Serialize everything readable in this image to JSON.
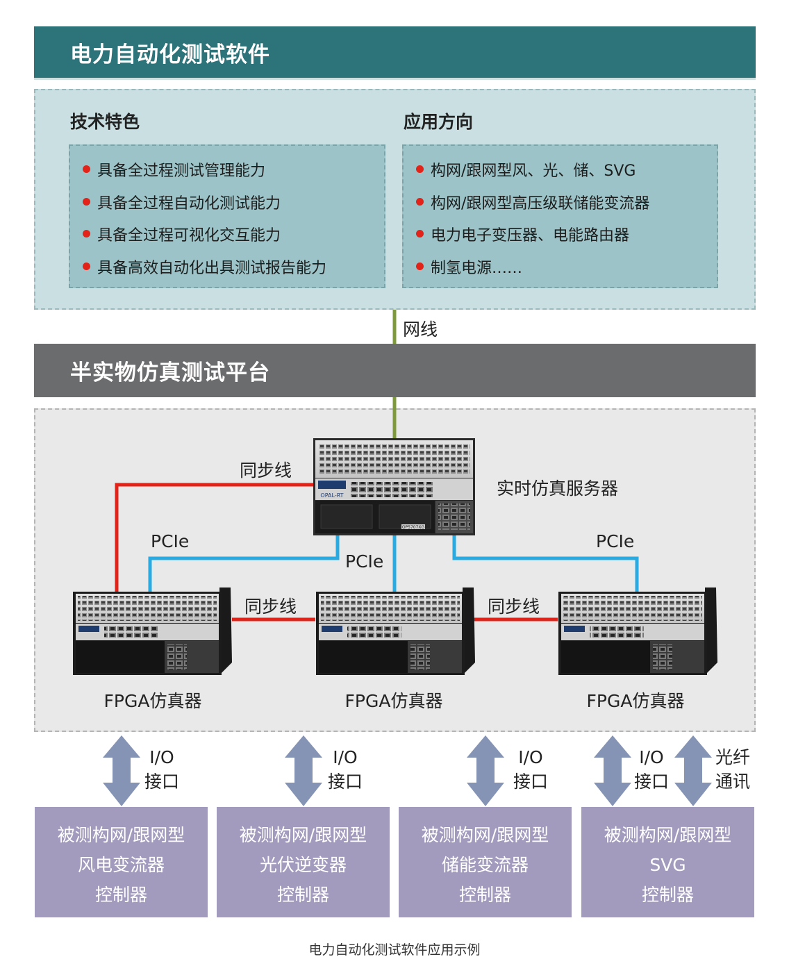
{
  "software_band_title": "电力自动化测试软件",
  "features": {
    "title": "技术特色",
    "items": [
      "具备全过程测试管理能力",
      "具备全过程自动化测试能力",
      "具备全过程可视化交互能力",
      "具备高效自动化出具测试报告能力"
    ]
  },
  "applications": {
    "title": "应用方向",
    "items": [
      "构网/跟网型风、光、储、SVG",
      "构网/跟网型高压级联储能变流器",
      "电力电子变压器、电能路由器",
      "制氢电源……"
    ]
  },
  "network_label": "网线",
  "platform_band_title": "半实物仿真测试平台",
  "server_label": "实时仿真服务器",
  "server_brand": "OPAL-RT",
  "server_model": "OP5707XG",
  "sync_label": "同步线",
  "pcie_label": "PCIe",
  "fpga_label": "FPGA仿真器",
  "io": {
    "line1": "I/O",
    "line2": "接口"
  },
  "fiber": {
    "line1": "光纤",
    "line2": "通讯"
  },
  "controllers": [
    [
      "被测构网/跟网型",
      "风电变流器",
      "控制器"
    ],
    [
      "被测构网/跟网型",
      "光伏逆变器",
      "控制器"
    ],
    [
      "被测构网/跟网型",
      "储能变流器",
      "控制器"
    ],
    [
      "被测构网/跟网型",
      "SVG",
      "控制器"
    ]
  ],
  "caption": "电力自动化测试软件应用示例",
  "colors": {
    "teal": "#2d737a",
    "gray_band": "#6b6c6e",
    "red_sync": "#e2231a",
    "blue_pcie": "#29abe2",
    "green_net": "#7f9a3e",
    "purple": "#a39bbd",
    "arrow": "#8593b4"
  }
}
